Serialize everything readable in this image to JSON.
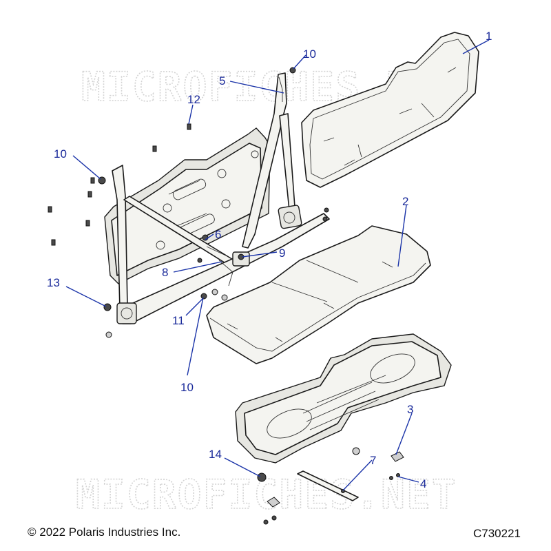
{
  "watermark": {
    "text": "MICROFICHES.NET"
  },
  "callouts": [
    {
      "id": "callout-1",
      "label": "1"
    },
    {
      "id": "callout-2",
      "label": "2"
    },
    {
      "id": "callout-3",
      "label": "3"
    },
    {
      "id": "callout-4",
      "label": "4"
    },
    {
      "id": "callout-5",
      "label": "5"
    },
    {
      "id": "callout-6",
      "label": "6"
    },
    {
      "id": "callout-7",
      "label": "7"
    },
    {
      "id": "callout-8",
      "label": "8"
    },
    {
      "id": "callout-9",
      "label": "9"
    },
    {
      "id": "callout-10-top",
      "label": "10"
    },
    {
      "id": "callout-10-left",
      "label": "10"
    },
    {
      "id": "callout-10-bottom",
      "label": "10"
    },
    {
      "id": "callout-11",
      "label": "11"
    },
    {
      "id": "callout-12",
      "label": "12"
    },
    {
      "id": "callout-13",
      "label": "13"
    },
    {
      "id": "callout-14",
      "label": "14"
    }
  ],
  "footer": {
    "copyright": "© 2022 Polaris Industries Inc.",
    "code": "C730221"
  },
  "colors": {
    "callout": "#1a2a9a",
    "line": "#1a1a1a",
    "watermark": "#d3d3d3"
  }
}
